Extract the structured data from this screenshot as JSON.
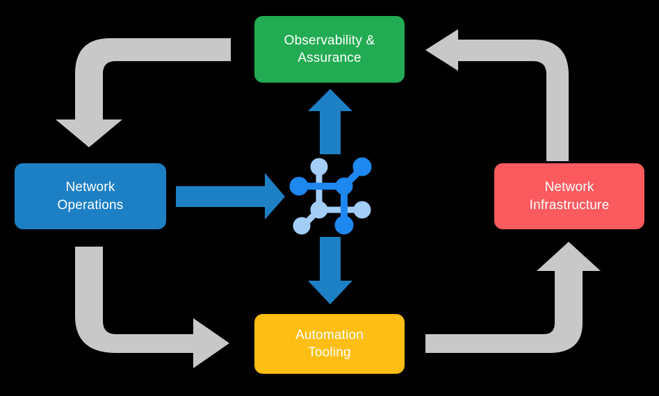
{
  "diagram": {
    "title": "Network automation lifecycle cycle diagram",
    "background_color": "#000000",
    "nodes": [
      {
        "id": "observability",
        "label": "Observability &\nAssurance",
        "color": "#22AB52",
        "text_color": "#FFFFFF",
        "position": "top"
      },
      {
        "id": "network-operations",
        "label": "Network\nOperations",
        "color": "#1E80C4",
        "text_color": "#FFFFFF",
        "position": "left"
      },
      {
        "id": "network-infrastructure",
        "label": "Network\nInfrastructure",
        "color": "#FB5A5E",
        "text_color": "#FFFFFF",
        "position": "right"
      },
      {
        "id": "automation-tooling",
        "label": "Automation\nTooling",
        "color": "#FFBE14",
        "text_color": "#FFFFFF",
        "position": "bottom"
      }
    ],
    "center_icon": {
      "name": "network-topology-icon",
      "color_primary": "#1E87F0",
      "color_secondary": "#A3CDF7"
    },
    "blue_arrows": [
      {
        "id": "arrow-operations-to-center",
        "direction": "right",
        "color": "#1E80C4"
      },
      {
        "id": "arrow-center-to-observability",
        "direction": "up",
        "color": "#1E80C4"
      },
      {
        "id": "arrow-center-to-automation",
        "direction": "down",
        "color": "#1E80C4"
      }
    ],
    "gray_arrows": [
      {
        "id": "arrow-observability-to-operations",
        "from": "observability",
        "to": "network-operations",
        "corner": "top-left",
        "color": "#C8C8C8"
      },
      {
        "id": "arrow-infrastructure-to-observability",
        "from": "network-infrastructure",
        "to": "observability",
        "corner": "top-right",
        "color": "#C8C8C8"
      },
      {
        "id": "arrow-operations-to-automation",
        "from": "network-operations",
        "to": "automation-tooling",
        "corner": "bottom-left",
        "color": "#C8C8C8"
      },
      {
        "id": "arrow-automation-to-infrastructure",
        "from": "automation-tooling",
        "to": "network-infrastructure",
        "corner": "bottom-right",
        "color": "#C8C8C8"
      }
    ]
  }
}
